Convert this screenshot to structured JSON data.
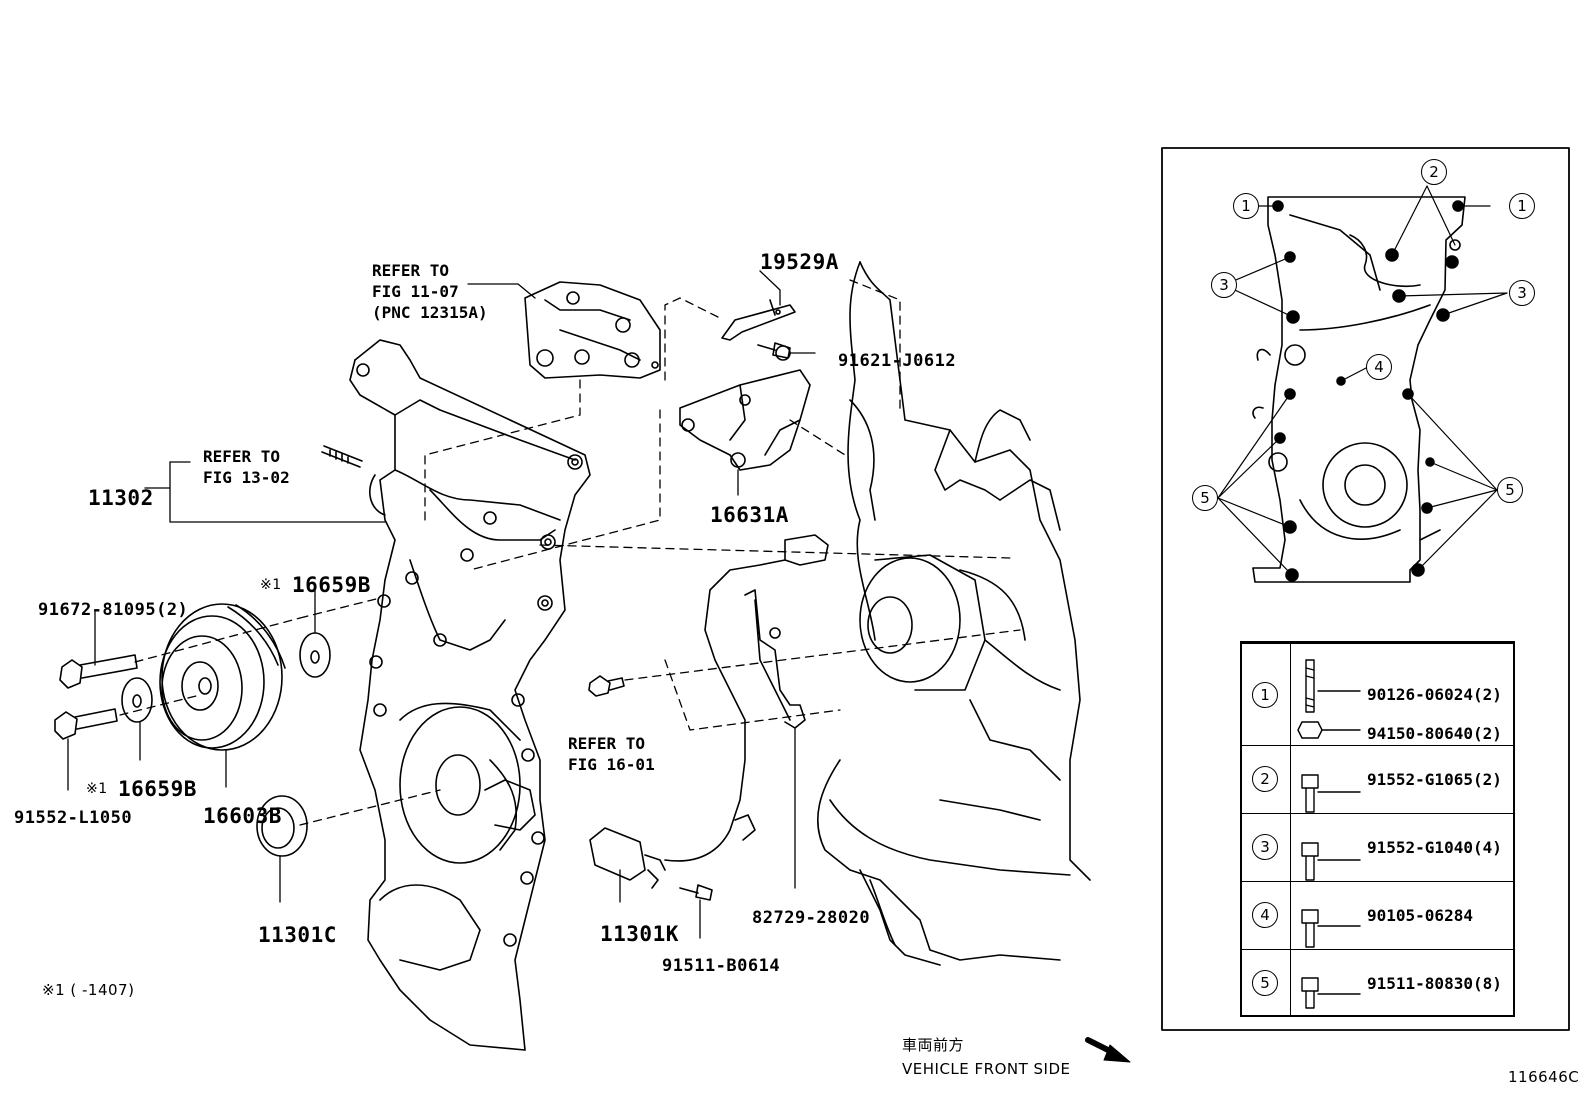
{
  "labels": {
    "ref_fig_11_07": "REFER TO\nFIG 11-07\n(PNC 12315A)",
    "ref_fig_13_02": "REFER TO\nFIG 13-02",
    "ref_fig_16_01": "REFER TO\nFIG 16-01",
    "p19529A": "19529A",
    "p91621": "91621-J0612",
    "p16631A": "16631A",
    "p11302": "11302",
    "p91672": "91672-81095(2)",
    "p16659B_top": "16659B",
    "p16659B_bottom": "16659B",
    "note_mark": "※1",
    "p91552_L1050": "91552-L1050",
    "p16603B": "16603B",
    "p11301C": "11301C",
    "p11301K": "11301K",
    "p91511_B0614": "91511-B0614",
    "p82729": "82729-28020",
    "footnote": "※1 (    -1407)",
    "direction_jp": "車両前方",
    "direction_en": "VEHICLE FRONT SIDE",
    "figure_id": "116646C"
  },
  "inset_callouts": [
    "1",
    "2",
    "3",
    "4",
    "5"
  ],
  "legend": [
    {
      "num": "1",
      "parts": [
        "90126-06024(2)",
        "94150-80640(2)"
      ]
    },
    {
      "num": "2",
      "parts": [
        "91552-G1065(2)"
      ]
    },
    {
      "num": "3",
      "parts": [
        "91552-G1040(4)"
      ]
    },
    {
      "num": "4",
      "parts": [
        "90105-06284"
      ]
    },
    {
      "num": "5",
      "parts": [
        "91511-80830(8)"
      ]
    }
  ]
}
